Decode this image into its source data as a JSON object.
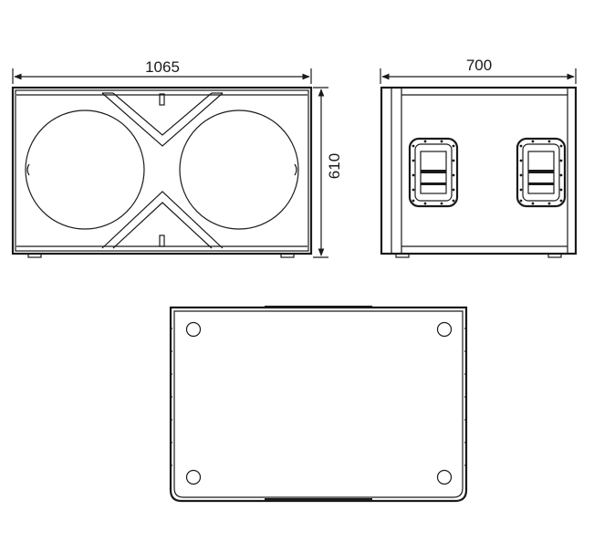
{
  "diagram": {
    "front_view": {
      "width_label": "1065",
      "height_label": "610"
    },
    "side_view": {
      "depth_label": "700"
    },
    "bottom_view": {}
  }
}
